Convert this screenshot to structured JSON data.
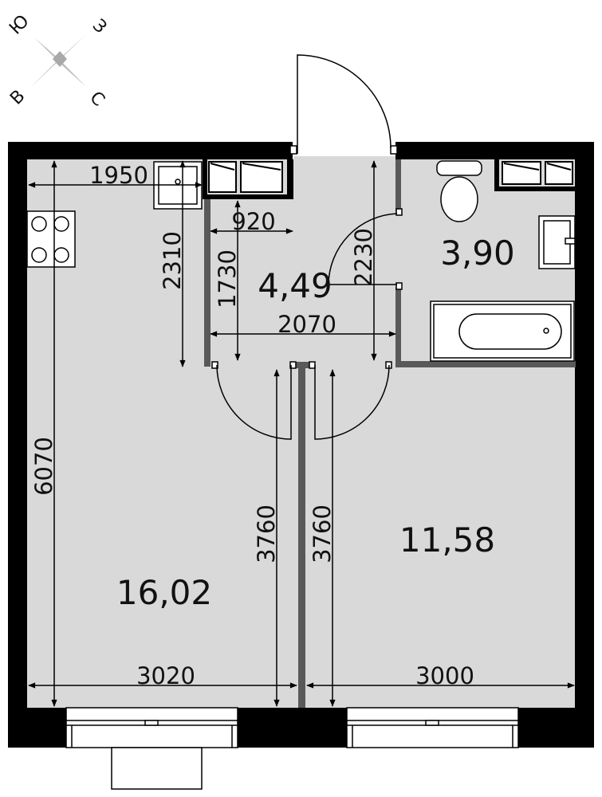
{
  "compass": {
    "north": "С",
    "south": "Ю",
    "east": "В",
    "west": "З"
  },
  "rooms": {
    "living_room": "16,02",
    "hallway": "4,49",
    "bathroom": "3,90",
    "bedroom": "11,58"
  },
  "dimensions": {
    "kitchen_width": "1950",
    "kitchen_depth": "2310",
    "closet_width": "920",
    "closet_depth": "1730",
    "hallway_width": "2070",
    "bathroom_depth": "2230",
    "living_length": "6070",
    "living_partition": "3760",
    "bedroom_partition": "3760",
    "living_width": "3020",
    "bedroom_width": "3000"
  },
  "colors": {
    "floor": "#d9d9d9",
    "wall": "#000000",
    "partition": "#595959"
  }
}
